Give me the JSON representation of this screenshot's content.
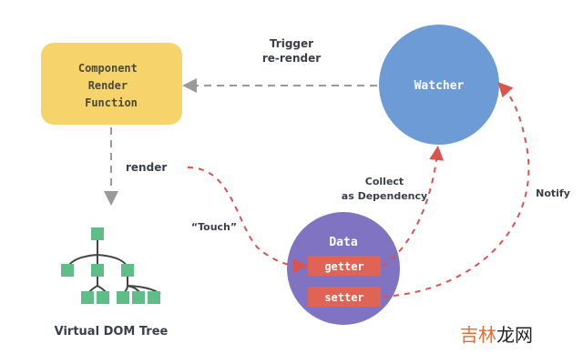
{
  "nodes": {
    "component_render": {
      "lines": [
        "Component",
        "Render",
        "Function"
      ],
      "color": "#f6d36b"
    },
    "watcher": {
      "label": "Watcher",
      "color": "#6c9bd6"
    },
    "data": {
      "label": "Data",
      "color": "#7f73c2",
      "getter": "getter",
      "setter": "setter",
      "accessor_color": "#e06455"
    },
    "vdom": {
      "label": "Virtual DOM Tree",
      "node_color": "#5fbd87"
    }
  },
  "edges": {
    "trigger": "Trigger",
    "rerender": "re-render",
    "render": "render",
    "touch": "“Touch”",
    "collect": "Collect",
    "dependency": "as Dependency",
    "notify": "Notify"
  },
  "watermark": {
    "part1": "吉林",
    "part2": "龙网",
    "color1": "#ef6a2c",
    "color2": "#222222"
  }
}
